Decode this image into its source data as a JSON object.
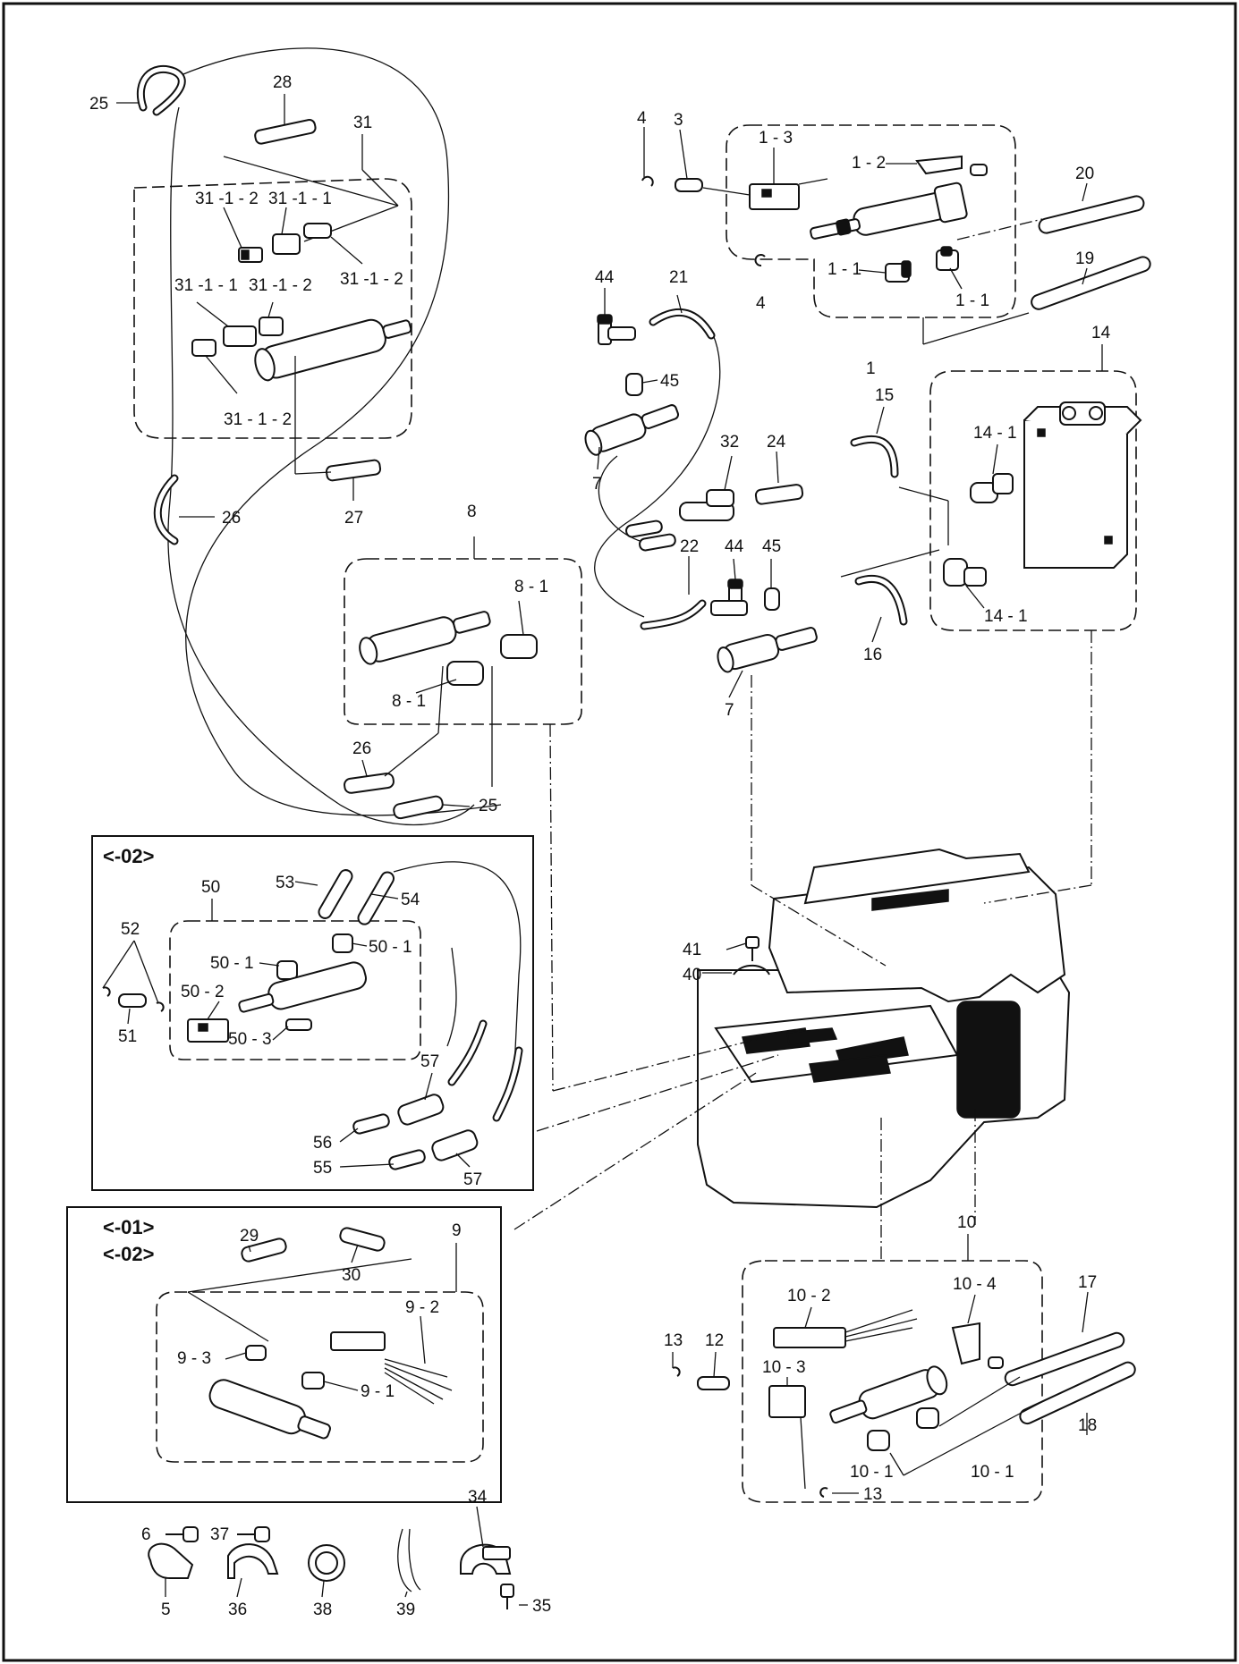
{
  "labels": {
    "p25a": "25",
    "p28": "28",
    "p31": "31",
    "p31_1_2a": "31 -1 - 2",
    "p31_1_1a": "31 -1 - 1",
    "p31_1_1b": "31 -1 - 1",
    "p31_1_2b": "31 -1 - 2",
    "p31_1_2c": "31 -1 - 2",
    "p31_1_2d": "31 - 1 - 2",
    "p26a": "26",
    "p27": "27",
    "p4a": "4",
    "p3": "3",
    "p1_3": "1 - 3",
    "p1_2": "1 - 2",
    "p20": "20",
    "p19": "19",
    "p1_1a": "1 - 1",
    "p1_1b": "1 - 1",
    "p4b": "4",
    "p1": "1",
    "p44a": "44",
    "p21": "21",
    "p45a": "45",
    "p7a": "7",
    "p32": "32",
    "p24": "24",
    "p22": "22",
    "p44b": "44",
    "p45b": "45",
    "p7b": "7",
    "p15": "15",
    "p14": "14",
    "p14_1a": "14 - 1",
    "p14_1b": "14 - 1",
    "p16": "16",
    "p8": "8",
    "p8_1a": "8 - 1",
    "p8_1b": "8 - 1",
    "p26b": "26",
    "p25b": "25",
    "p50": "50",
    "p53": "53",
    "p54": "54",
    "p52": "52",
    "p50_1a": "50 - 1",
    "p50_1b": "50 - 1",
    "p50_2": "50 - 2",
    "p50_3": "50 - 3",
    "p51": "51",
    "p57a": "57",
    "p57b": "57",
    "p56": "56",
    "p55": "55",
    "p41": "41",
    "p40": "40",
    "p29": "29",
    "p30": "30",
    "p9": "9",
    "p9_2": "9 - 2",
    "p9_3": "9 - 3",
    "p9_1": "9 - 1",
    "p10": "10",
    "p10_2": "10 - 2",
    "p10_4": "10 - 4",
    "p17": "17",
    "p18": "18",
    "p13a": "13",
    "p12": "12",
    "p10_3": "10 - 3",
    "p10_1a": "10 - 1",
    "p10_1b": "10 - 1",
    "p13b": "13",
    "p6": "6",
    "p37": "37",
    "p34": "34",
    "p35": "35",
    "p5": "5",
    "p36": "36",
    "p38": "38",
    "p39": "39"
  },
  "boxes": {
    "variant_02": "<-02>",
    "variant_01": "<-01>",
    "variant_02b": "<-02>"
  }
}
